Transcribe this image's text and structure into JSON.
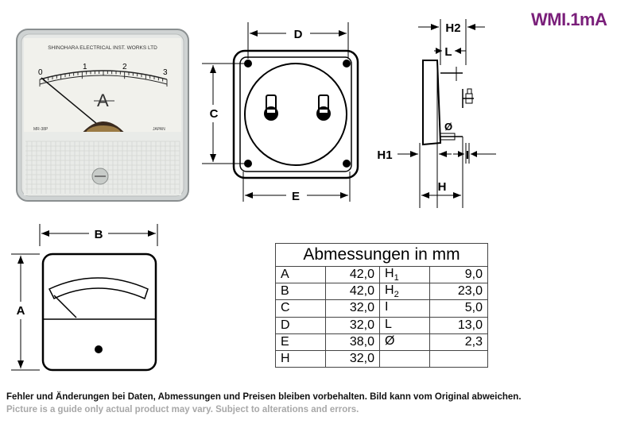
{
  "model": "WMI.1mA",
  "meter_face": {
    "maker": "SHINOHARA ELECTRICAL INST. WORKS LTD",
    "scale": [
      "0",
      "1",
      "2",
      "3"
    ],
    "unit": "A",
    "model_code": "MR-38P",
    "origin": "JAPAN"
  },
  "labels": {
    "D": "D",
    "C": "C",
    "E": "E",
    "B": "B",
    "A": "A",
    "H2": "H2",
    "L": "L",
    "H1": "H1",
    "I": "I",
    "H": "H",
    "phi": "Ø"
  },
  "table": {
    "title": "Abmessungen in mm",
    "rows": [
      {
        "k1": "A",
        "v1": "42,0",
        "k2": "H",
        "k2sub": "1",
        "v2": "9,0"
      },
      {
        "k1": "B",
        "v1": "42,0",
        "k2": "H",
        "k2sub": "2",
        "v2": "23,0"
      },
      {
        "k1": "C",
        "v1": "32,0",
        "k2": "I",
        "k2sub": "",
        "v2": "5,0"
      },
      {
        "k1": "D",
        "v1": "32,0",
        "k2": "L",
        "k2sub": "",
        "v2": "13,0"
      },
      {
        "k1": "E",
        "v1": "38,0",
        "k2": "Ø",
        "k2sub": "",
        "v2": "2,3"
      },
      {
        "k1": "H",
        "v1": "32,0",
        "k2": "",
        "k2sub": "",
        "v2": ""
      }
    ]
  },
  "notes": {
    "de": "Fehler und Änderungen bei Daten, Abmessungen und Preisen bleiben vorbehalten. Bild kann vom Original abweichen.",
    "en": "Picture is a guide only actual product may vary. Subject to alterations and errors."
  }
}
